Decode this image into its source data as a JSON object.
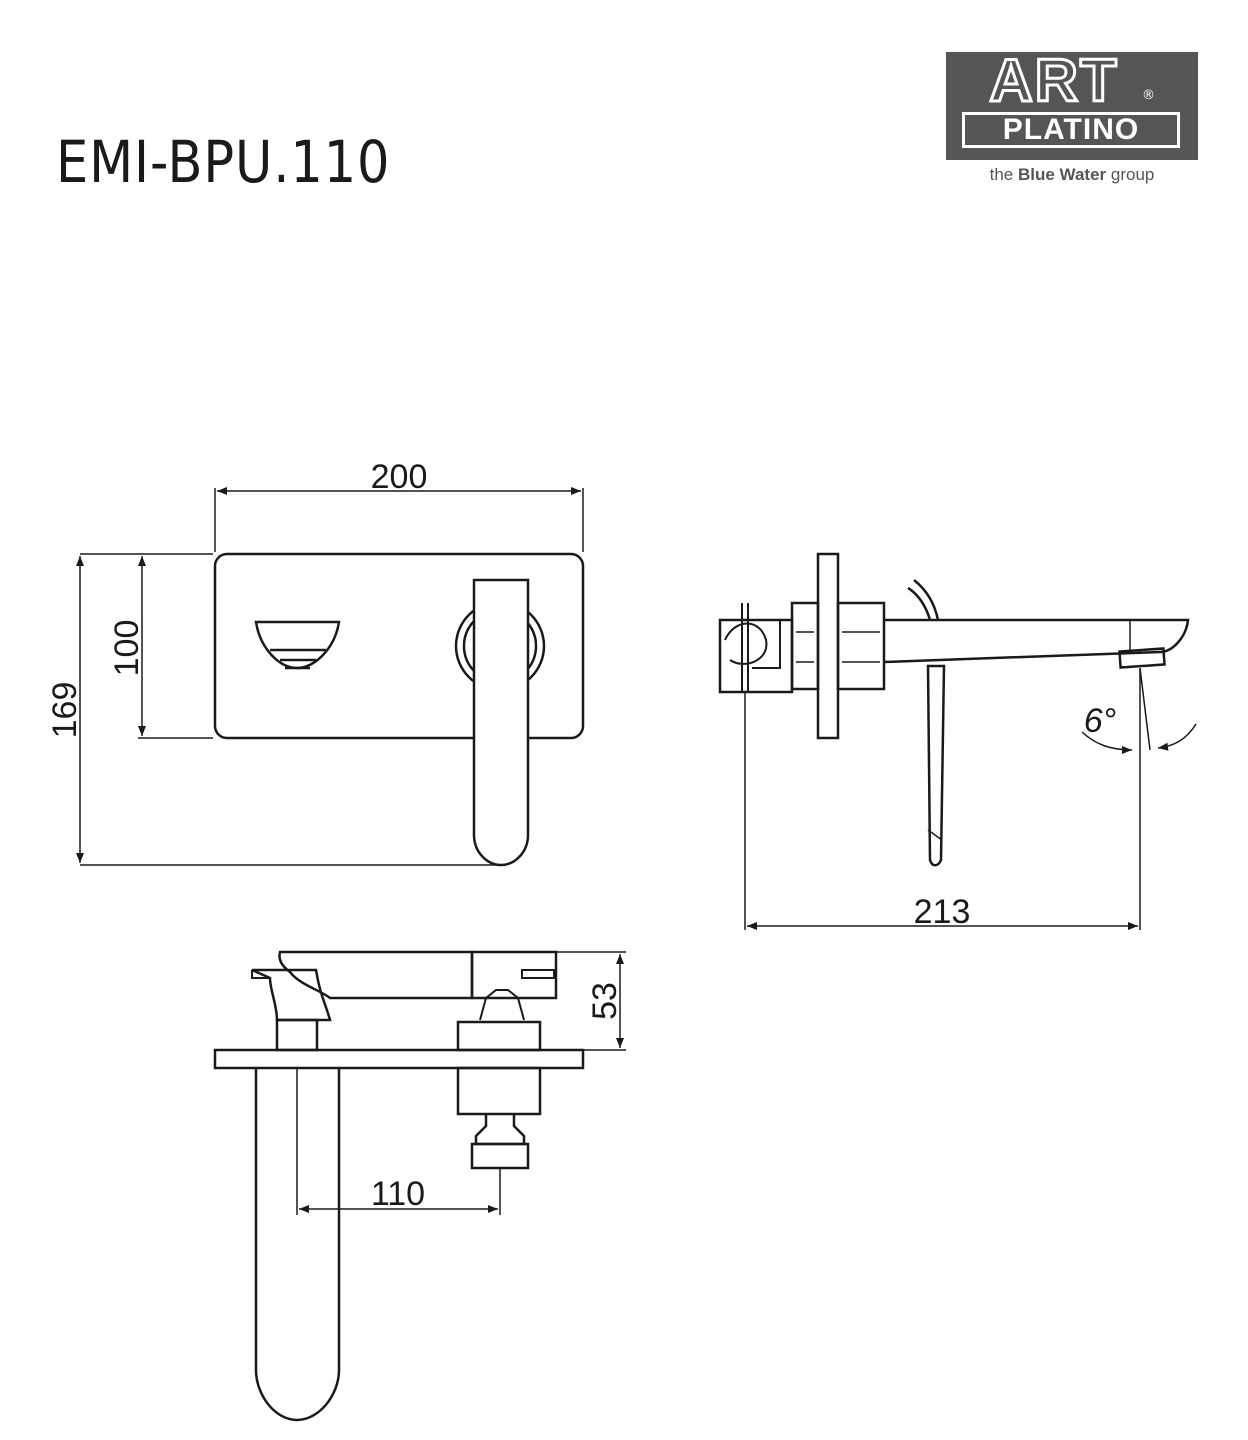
{
  "header": {
    "model_code": "EMI-BPU.110"
  },
  "logo": {
    "brand_top": "ART",
    "registered_mark": "®",
    "brand_bottom": "PLATINO",
    "tagline_the": "the",
    "tagline_bold": "Blue Water",
    "tagline_end": "group"
  },
  "dimensions": {
    "width": "200",
    "inner_height": "100",
    "total_height": "169",
    "projection": "213",
    "angle": "6°",
    "depth": "53",
    "center_distance": "110"
  },
  "colors": {
    "line": "#1a1a1a",
    "logo_gray": "#555555"
  }
}
